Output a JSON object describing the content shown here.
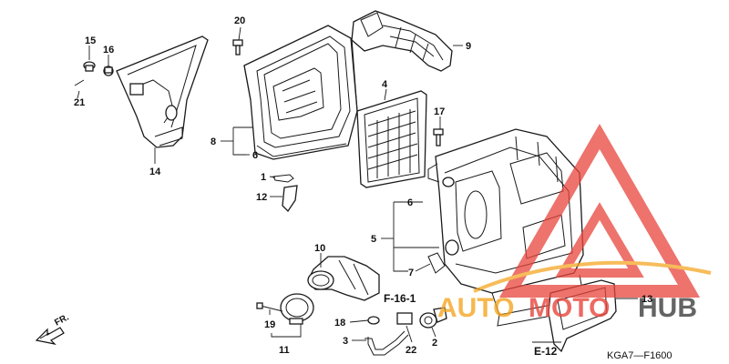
{
  "callouts": {
    "c1": "1",
    "c2": "2",
    "c3": "3",
    "c4": "4",
    "c5": "5",
    "c6a": "6",
    "c6b": "6",
    "c7": "7",
    "c8": "8",
    "c9": "9",
    "c10": "10",
    "c11": "11",
    "c12": "12",
    "c13": "13",
    "c14": "14",
    "c15": "15",
    "c16": "16",
    "c17": "17",
    "c18": "18",
    "c19": "19",
    "c20": "20",
    "c21": "21",
    "c22": "22"
  },
  "references": {
    "f16": "F-16-1",
    "e12": "E-12"
  },
  "direction_label": "FR.",
  "diagram_code": "KGA7—F1600",
  "watermark": {
    "text_left": "AUTO",
    "text_mid": "MOTO",
    "text_right": "HUB",
    "colors": {
      "triangle": "#e8453c",
      "orange": "#f5a623",
      "gray": "#4a4a4a"
    }
  }
}
